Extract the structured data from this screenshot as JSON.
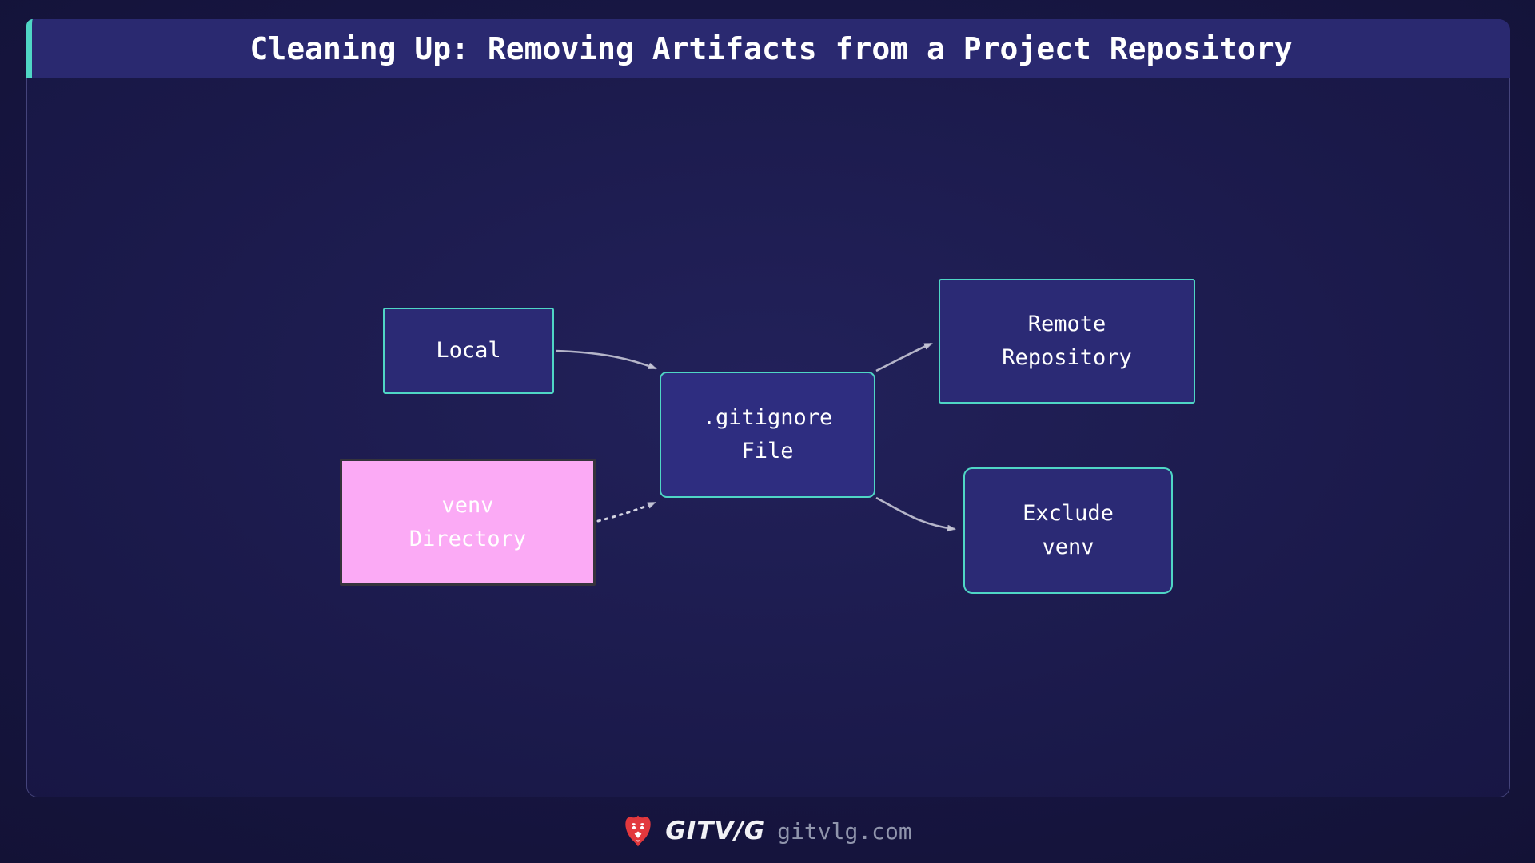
{
  "header": {
    "title": "Cleaning Up: Removing Artifacts from a Project Repository"
  },
  "diagram": {
    "nodes": [
      {
        "id": "local",
        "lines": [
          "Local"
        ]
      },
      {
        "id": "venv-directory",
        "lines": [
          "venv",
          "Directory"
        ]
      },
      {
        "id": "gitignore-file",
        "lines": [
          ".gitignore",
          "File"
        ]
      },
      {
        "id": "remote-repository",
        "lines": [
          "Remote",
          "Repository"
        ]
      },
      {
        "id": "exclude-venv",
        "lines": [
          "Exclude",
          "venv"
        ]
      }
    ],
    "edges": [
      {
        "from": "local",
        "to": "gitignore-file",
        "style": "solid"
      },
      {
        "from": "venv-directory",
        "to": "gitignore-file",
        "style": "dotted"
      },
      {
        "from": "gitignore-file",
        "to": "remote-repository",
        "style": "solid"
      },
      {
        "from": "gitignore-file",
        "to": "exclude-venv",
        "style": "solid"
      }
    ]
  },
  "footer": {
    "logo": "lion-logo",
    "brand": "GITV/G",
    "site": "gitvlg.com"
  },
  "colors": {
    "accent_teal": "#4fd6c5",
    "node_pink": "#fbaaf5",
    "node_fill": "#2b2a75",
    "title_bar": "#2a2970",
    "background": "#131234",
    "arrow": "#c9c9d9",
    "logo_red": "#e2383d"
  }
}
